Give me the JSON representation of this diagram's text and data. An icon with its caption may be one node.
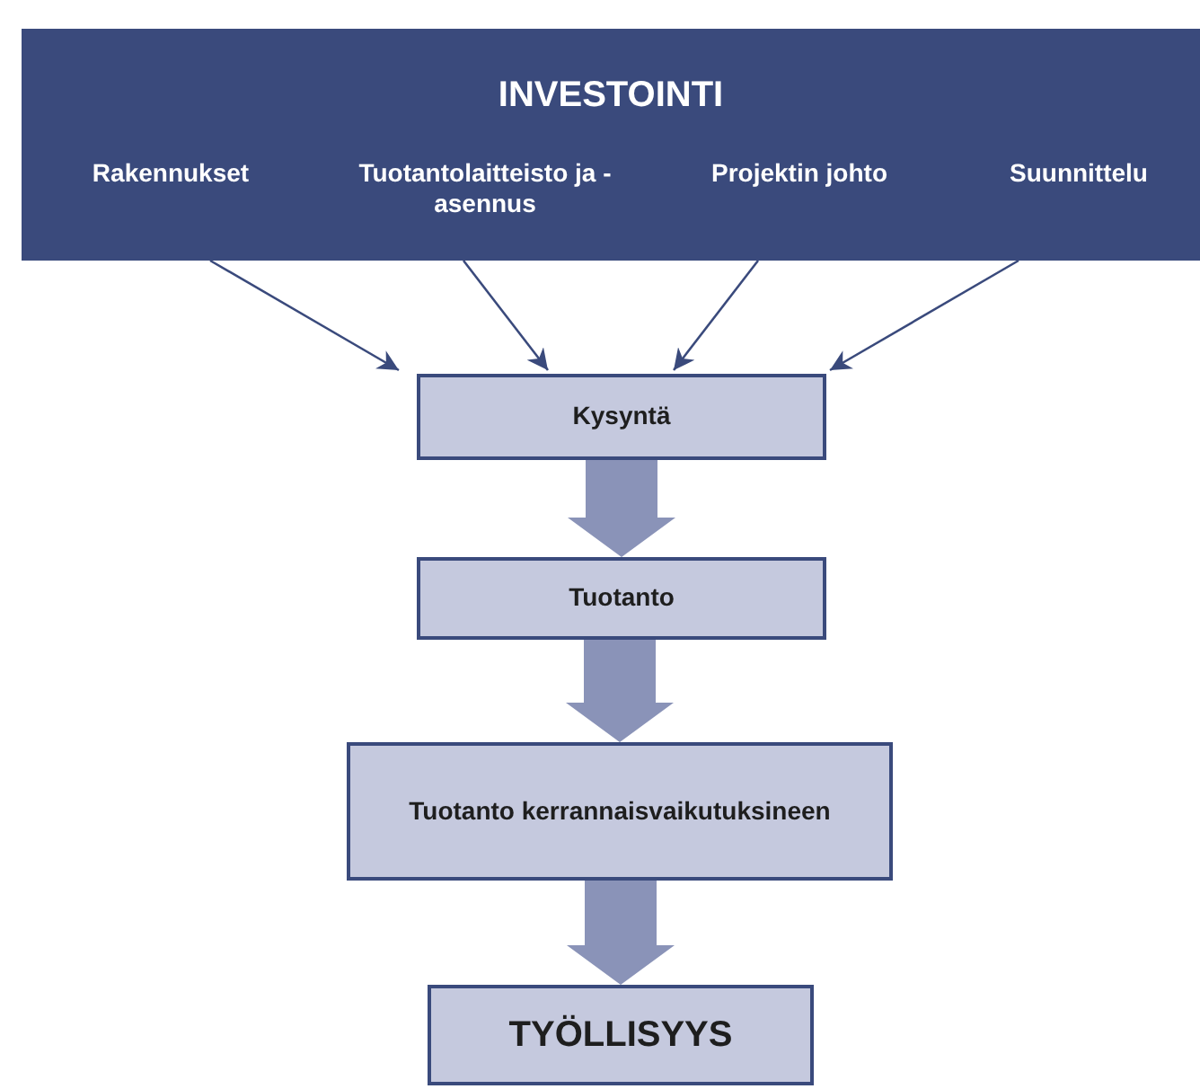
{
  "diagram": {
    "nodes": [
      {
        "text": [
          "INVESTOINTI"
        ]
      },
      {
        "text": [
          "Rakennukset"
        ],
        "in": 0
      },
      {
        "text": [
          "Tuotantolaitteisto ja -asennus"
        ],
        "in": 0
      },
      {
        "text": [
          "Projektin johto"
        ],
        "in": 0
      },
      {
        "text": [
          "Suunnittelu"
        ],
        "in": 0
      },
      {
        "text": [
          "Kysyntä"
        ]
      },
      {
        "text": [
          "Tuotanto"
        ]
      },
      {
        "text": [
          "Tuotanto kerrannaisvaikutuksineen"
        ]
      },
      {
        "text": [
          "TYÖLLISYYS"
        ]
      }
    ],
    "edges": [
      {
        "from": 1,
        "to": 5,
        "arrow": "to"
      },
      {
        "from": 2,
        "to": 5,
        "arrow": "to"
      },
      {
        "from": 3,
        "to": 5,
        "arrow": "to"
      },
      {
        "from": 4,
        "to": 5,
        "arrow": "to"
      },
      {
        "from": 5,
        "to": 6,
        "arrow": "to",
        "style": "thick",
        "color": "#8a93b8"
      },
      {
        "from": 6,
        "to": 7,
        "arrow": "to",
        "style": "thick",
        "color": "#8a93b8"
      },
      {
        "from": 7,
        "to": 8,
        "arrow": "to",
        "style": "thick",
        "color": "#8a93b8"
      }
    ]
  }
}
